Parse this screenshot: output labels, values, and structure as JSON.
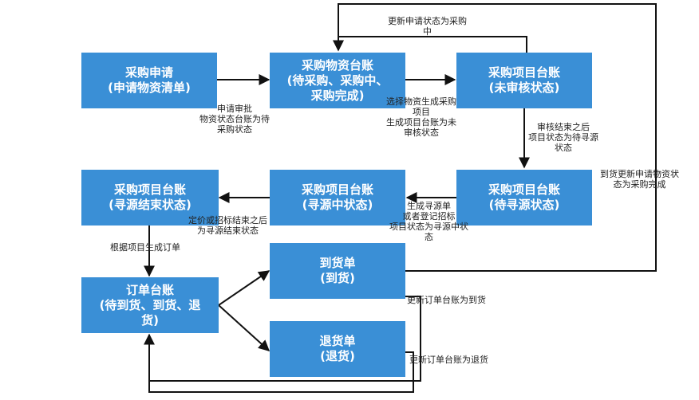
{
  "nodes": {
    "purchase_request": {
      "line1": "采购申请",
      "line2": "(申请物资清单)"
    },
    "material_ledger": {
      "line1": "采购物资台账",
      "line2": "(待采购、采购中、",
      "line3": "采购完成)"
    },
    "project_ledger_unreviewed": {
      "line1": "采购项目台账",
      "line2": "(未审核状态)"
    },
    "project_ledger_pending": {
      "line1": "采购项目台账",
      "line2": "(待寻源状态)"
    },
    "project_ledger_sourcing": {
      "line1": "采购项目台账",
      "line2": "(寻源中状态)"
    },
    "project_ledger_done": {
      "line1": "采购项目台账",
      "line2": "(寻源结束状态)"
    },
    "order_ledger": {
      "line1": "订单台账",
      "line2": "(待到货、到货、退",
      "line3": "货)"
    },
    "arrival": {
      "line1": "到货单",
      "line2": "(到货)"
    },
    "return": {
      "line1": "退货单",
      "line2": "(退货)"
    }
  },
  "labels": {
    "top_update": {
      "line1": "更新申请状态为采购",
      "line2": "中"
    },
    "request_approved": {
      "line1": "申请审批",
      "line2": "物资状态台账为待",
      "line3": "采购状态"
    },
    "select_generate": {
      "line1": "选择物资生成采购",
      "line2": "项目",
      "line3": "生成项目台账为未",
      "line4": "审核状态"
    },
    "review_done": {
      "line1": "审核结束之后",
      "line2": "项目状态为待寻源",
      "line3": "状态"
    },
    "arrival_update": {
      "line1": "到货更新申请物资状",
      "line2": "态为采购完成"
    },
    "generate_sourcing": {
      "line1": "生成寻源单",
      "line2": "或者登记招标",
      "line3": "项目状态为寻源中状",
      "line4": "态"
    },
    "pricing_done": {
      "line1": "定价或招标结束之后",
      "line2": "为寻源结束状态"
    },
    "generate_order": {
      "line1": "根据项目生成订单"
    },
    "update_arrival": {
      "line1": "更新订单台账为到货"
    },
    "update_return": {
      "line1": "更新订单台账为退货"
    }
  }
}
